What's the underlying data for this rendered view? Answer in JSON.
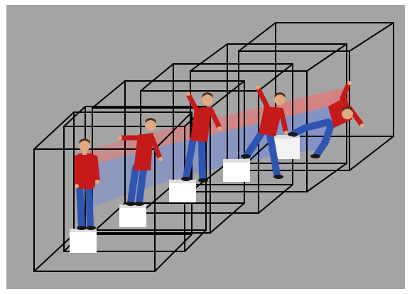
{
  "colors": {
    "background": "#a4a4a4",
    "frame": "#ffffff",
    "cube_edges": "#000000",
    "shirt": "#c41a1a",
    "jeans": "#2f55b0",
    "skin": "#e0aa82",
    "hair": "#4a3320",
    "shoes": "#161616",
    "block": "#ffffff",
    "trajectory_red": "#e07a7a",
    "trajectory_blue": "#7d8fcf"
  },
  "figure": {
    "cube_count": 6,
    "pose_count": 5,
    "block_count": 5,
    "poses": [
      "upright",
      "leaning",
      "arms-raised",
      "tilting",
      "falling"
    ]
  }
}
